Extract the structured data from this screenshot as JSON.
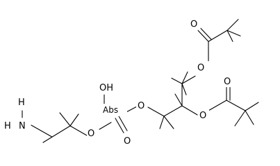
{
  "atoms": {
    "H_amine": "H",
    "N": "N",
    "H2": "H",
    "O_ester1": "O",
    "O_carbonyl1": "O",
    "O_ester2": "O",
    "O_carbonyl2": "O",
    "O_glycerol": "O",
    "O_hydroxyl": "OH",
    "P_abs": "Abs",
    "O_phosphate": "O",
    "O_ethanol": "O"
  }
}
